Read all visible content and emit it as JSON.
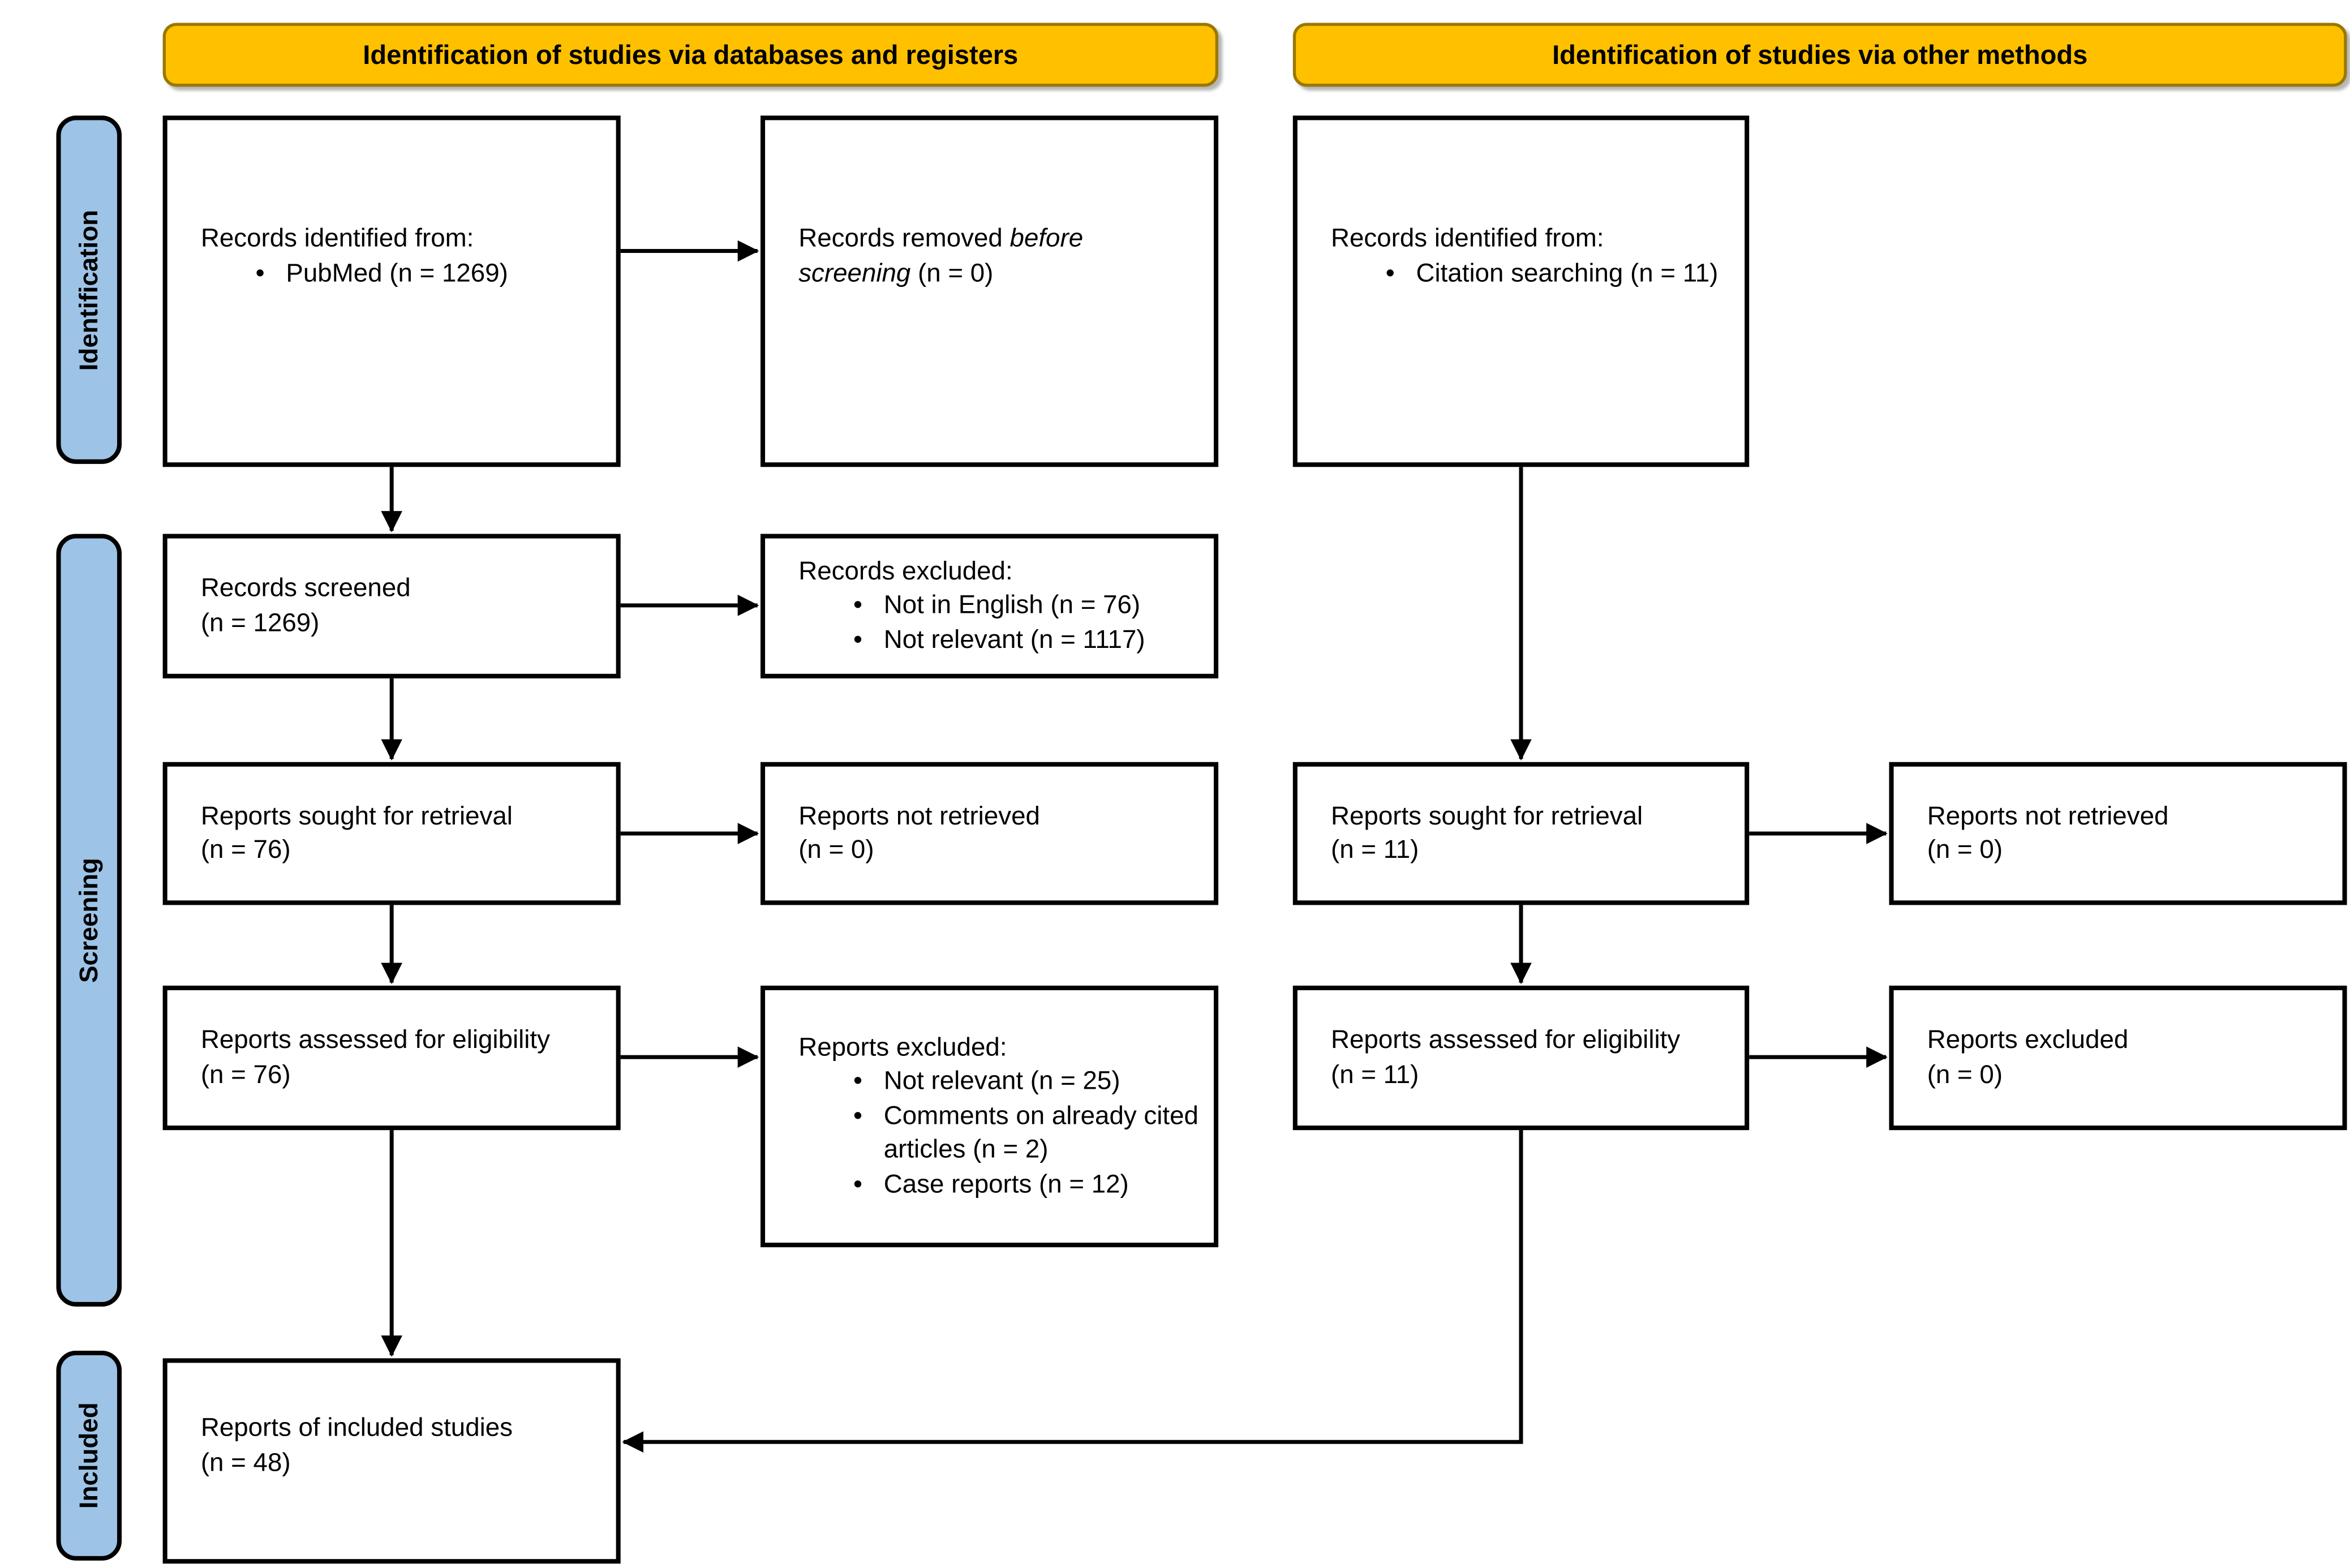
{
  "headers": {
    "databases": "Identification of studies via databases and registers",
    "other": "Identification of studies via other methods"
  },
  "side_labels": {
    "identification": "Identification",
    "screening": "Screening",
    "included": "Included"
  },
  "glyphs": {
    "bullet": "•"
  },
  "colors": {
    "header_fill": "#FFC000",
    "header_border": "#9A7800",
    "side_label_fill": "#9DC3E6",
    "box_border": "#000000",
    "arrow": "#000000"
  },
  "boxes": {
    "records_identified_db": {
      "line1": "Records identified from:",
      "bullets": [
        "PubMed (n = 1269)"
      ]
    },
    "records_removed": {
      "pre": "Records removed ",
      "italic": "before screening",
      "post": " (n = 0)"
    },
    "records_identified_other": {
      "line1": "Records identified from:",
      "bullets": [
        "Citation searching (n = 11)"
      ]
    },
    "records_screened": {
      "line1": "Records screened",
      "line2": "(n = 1269)"
    },
    "records_excluded": {
      "line1": "Records excluded:",
      "bullets": [
        "Not in English (n = 76)",
        "Not relevant (n = 1117)"
      ]
    },
    "reports_sought_db": {
      "line1": "Reports sought for retrieval",
      "line2": "(n = 76)"
    },
    "reports_not_retrieved_db": {
      "line1": "Reports not retrieved",
      "line2": "(n = 0)"
    },
    "reports_sought_other": {
      "line1": "Reports sought for retrieval",
      "line2": "(n = 11)"
    },
    "reports_not_retrieved_other": {
      "line1": "Reports not retrieved",
      "line2": "(n = 0)"
    },
    "reports_assessed_db": {
      "line1": "Reports assessed for eligibility",
      "line2": "(n = 76)"
    },
    "reports_excluded_db": {
      "line1": "Reports excluded:",
      "bullets": [
        "Not relevant (n = 25)",
        "Comments on already cited articles (n = 2)",
        "Case reports (n = 12)"
      ]
    },
    "reports_assessed_other": {
      "line1": "Reports assessed for eligibility",
      "line2": "(n = 11)"
    },
    "reports_excluded_other": {
      "line1": "Reports excluded",
      "line2": "(n = 0)"
    },
    "included_studies": {
      "line1": "Reports of included studies",
      "line2": "(n = 48)"
    }
  }
}
